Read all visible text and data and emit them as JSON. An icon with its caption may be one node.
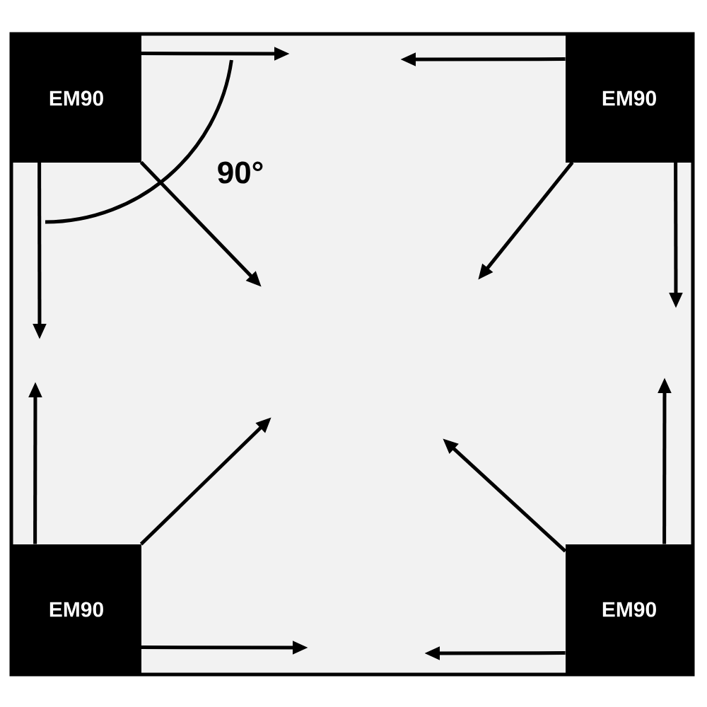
{
  "diagram": {
    "nodes": [
      {
        "text": [
          "EM90"
        ]
      },
      {
        "text": [
          "EM90"
        ]
      },
      {
        "text": [
          "EM90"
        ]
      },
      {
        "text": [
          "EM90"
        ]
      }
    ],
    "edges": [
      {
        "from": 0,
        "to": null,
        "arrow": "to"
      },
      {
        "from": 0,
        "to": null,
        "arrow": "to"
      },
      {
        "from": 0,
        "to": null,
        "arrow": "to"
      },
      {
        "from": 1,
        "to": null,
        "arrow": "to"
      },
      {
        "from": 1,
        "to": null,
        "arrow": "to"
      },
      {
        "from": 1,
        "to": null,
        "arrow": "to"
      },
      {
        "from": 2,
        "to": null,
        "arrow": "to"
      },
      {
        "from": 2,
        "to": null,
        "arrow": "to"
      },
      {
        "from": 2,
        "to": null,
        "arrow": "to"
      },
      {
        "from": 3,
        "to": null,
        "arrow": "to"
      },
      {
        "from": 3,
        "to": null,
        "arrow": "to"
      },
      {
        "from": 3,
        "to": null,
        "arrow": "to"
      }
    ],
    "labels": [
      "90°"
    ]
  }
}
